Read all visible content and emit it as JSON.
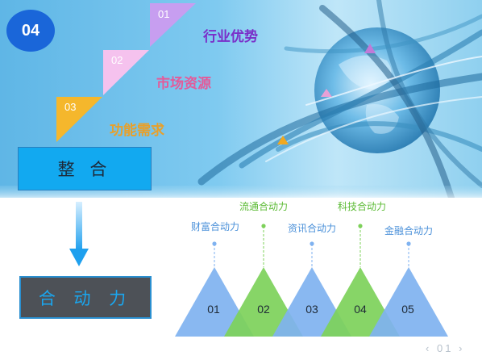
{
  "badge": "04",
  "steps": [
    {
      "num": "01",
      "label": "行业优势",
      "color": "#7a2fc9"
    },
    {
      "num": "02",
      "label": "市场资源",
      "color": "#e45a9a"
    },
    {
      "num": "03",
      "label": "功能需求",
      "color": "#e8a02a"
    }
  ],
  "integrate_label": "整 合",
  "synergy_label": "合 动 力",
  "powers": {
    "upper": [
      {
        "label": "流通合动力",
        "color": "#5cbb35"
      },
      {
        "label": "科技合动力",
        "color": "#5cbb35"
      }
    ],
    "lower": [
      {
        "label": "财富合动力",
        "color": "#4a90d9"
      },
      {
        "label": "资讯合动力",
        "color": "#4a90d9"
      },
      {
        "label": "金融合动力",
        "color": "#4a90d9"
      }
    ]
  },
  "triangles": [
    {
      "num": "01",
      "color": "#7fb2f0"
    },
    {
      "num": "02",
      "color": "#7dd15a"
    },
    {
      "num": "03",
      "color": "#7fb2f0"
    },
    {
      "num": "04",
      "color": "#7dd15a"
    },
    {
      "num": "05",
      "color": "#7fb2f0"
    }
  ],
  "pager": {
    "prev": "‹",
    "page": "01",
    "next": "›"
  }
}
